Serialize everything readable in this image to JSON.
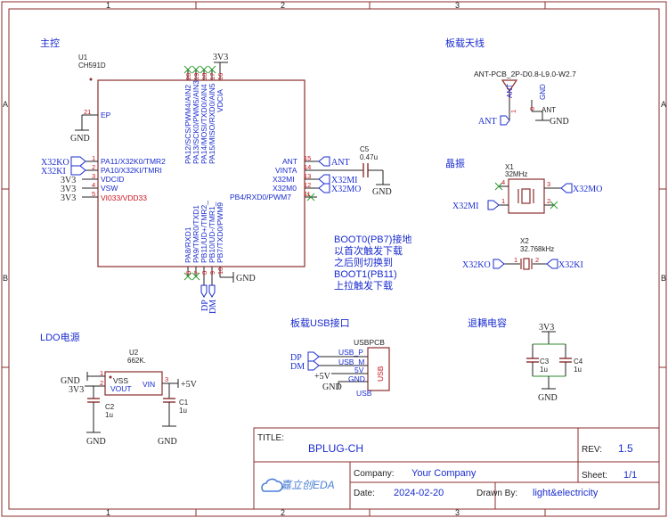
{
  "frame": {
    "col_labels": [
      "1",
      "2",
      "3"
    ],
    "row_labels": [
      "A",
      "B"
    ]
  },
  "sections": {
    "main": "主控",
    "antenna": "板载天线",
    "crystal": "晶振",
    "ldo": "LDO电源",
    "usb": "板载USB接口",
    "decoupling": "退耦电容"
  },
  "u1": {
    "ref": "U1",
    "part": "CH591D",
    "top_pins": [
      "PA12/SCS/PWM4/AIN2",
      "PA13/SCK0/PWM5/AIN3",
      "PA14/MOSI/TXD0/AIN4",
      "PA15/MISO/RXD0/AIN5",
      "VDCIA"
    ],
    "top_nums": [
      "20",
      "19",
      "18",
      "17",
      "16"
    ],
    "bottom_pins": [
      "PA8/RXD1",
      "PA9/TMR0/TXD1",
      "PB11/UD+/TMR2_",
      "PB10/UD-/TMR1_",
      "PB7/TXD0/PWM9"
    ],
    "bottom_nums": [
      "6",
      "7",
      "8",
      "9",
      "10"
    ],
    "left_pins": [
      {
        "num": "21",
        "name": "EP"
      },
      {
        "num": "1",
        "name": "PA11/X32K0/TMR2"
      },
      {
        "num": "2",
        "name": "PA10/X32KI/TMRI"
      },
      {
        "num": "3",
        "name": "VDCID"
      },
      {
        "num": "4",
        "name": "VSW"
      },
      {
        "num": "5",
        "name": "VI033/VDD33"
      }
    ],
    "right_pins": [
      {
        "num": "15",
        "name": "ANT"
      },
      {
        "num": "14",
        "name": "VINTA"
      },
      {
        "num": "13",
        "name": "X32MI"
      },
      {
        "num": "12",
        "name": "X32M0"
      },
      {
        "num": "11",
        "name": "PB4/RXD0/PWM7"
      }
    ],
    "left_nets": [
      "X32KO",
      "X32KI",
      "3V3",
      "3V3",
      "3V3"
    ],
    "right_nets": [
      "ANT",
      "X32MI",
      "X32MO"
    ],
    "power_top": "3V3",
    "gnd_ep": "GND",
    "gnd_bottom": "GND",
    "usb_nets": [
      "DP",
      "DM"
    ]
  },
  "c5": {
    "ref": "C5",
    "value": "0.47u",
    "gnd": "GND"
  },
  "boot_note": [
    "BOOT0(PB7)接地",
    "以首次触发下载",
    "之后则切换到",
    "BOOT1(PB11)",
    "上拉触发下载"
  ],
  "antenna": {
    "part": "ANT-PCB_2P-D0.8-L9.0-W2.7",
    "pin_labels": [
      "ANT",
      "GND"
    ],
    "pin_nums": [
      "1",
      "0"
    ],
    "net_left": "ANT",
    "net_right": "ANT",
    "gnd": "GND"
  },
  "x1": {
    "ref": "X1",
    "value": "32MHz",
    "pins": [
      "4",
      "3",
      "1",
      "2"
    ],
    "net_right": "X32MO",
    "net_left": "X32MI"
  },
  "x2": {
    "ref": "X2",
    "value": "32.768kHz",
    "pins": [
      "1",
      "2"
    ],
    "net_left": "X32KO",
    "net_right": "X32KI"
  },
  "u2": {
    "ref": "U2",
    "part": "662K.",
    "pin_names": [
      "VSS",
      "VOUT",
      "VIN"
    ],
    "pin_nums": [
      "1",
      "2",
      "3"
    ],
    "net_gnd": "GND",
    "net_out": "3V3",
    "net_in": "+5V",
    "c2_ref": "C2",
    "c2_val": "1u",
    "c1_ref": "C1",
    "c1_val": "1u",
    "gnd_a": "GND",
    "gnd_b": "GND"
  },
  "usb": {
    "part": "USBPCB",
    "pins": [
      "USB_P",
      "USB_M",
      "5V",
      "GND"
    ],
    "body_label": "USB",
    "nets": [
      "DP",
      "DM",
      "+5V",
      "GND"
    ],
    "extra": "USB"
  },
  "decoupling": {
    "power": "3V3",
    "c3_ref": "C3",
    "c3_val": "1u",
    "c4_ref": "C4",
    "c4_val": "1u",
    "gnd": "GND"
  },
  "title_block": {
    "title_label": "TITLE:",
    "title": "BPLUG-CH",
    "rev_label": "REV:",
    "rev": "1.5",
    "company_label": "Company:",
    "company": "Your Company",
    "sheet_label": "Sheet:",
    "sheet": "1/1",
    "date_label": "Date:",
    "date": "2024-02-20",
    "drawn_label": "Drawn By:",
    "drawn": "light&electricity",
    "logo": "嘉立创EDA"
  }
}
